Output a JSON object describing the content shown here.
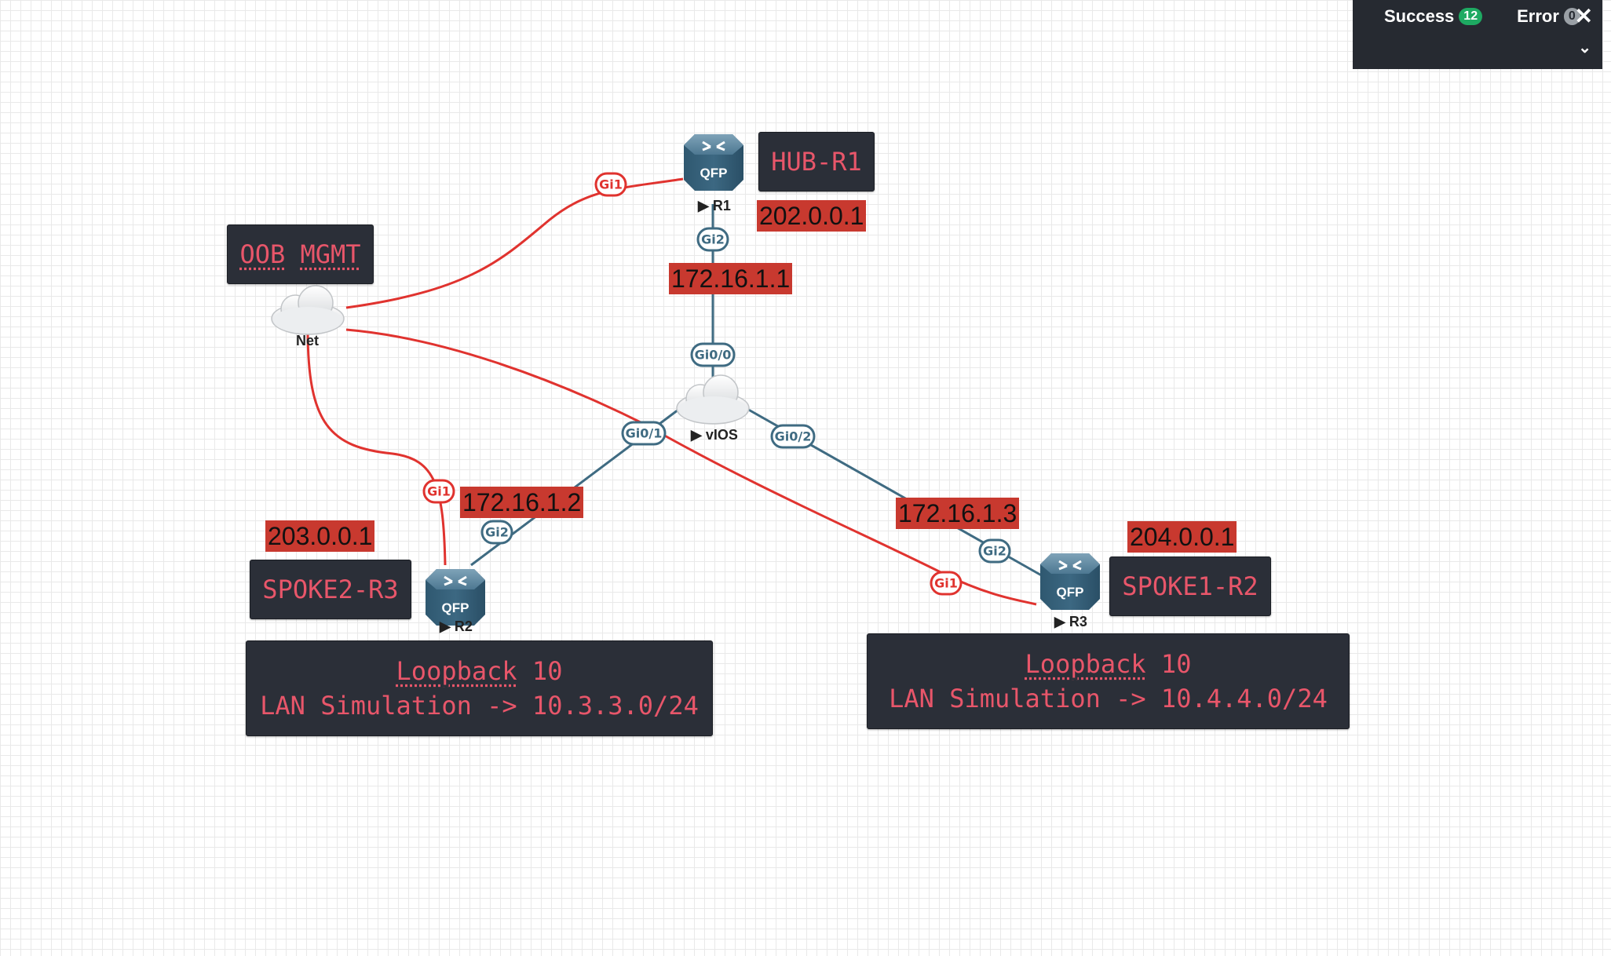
{
  "notifications": {
    "success_label": "Success",
    "success_count": "12",
    "error_label": "Error",
    "error_count": "0",
    "close_glyph": "✕",
    "expand_glyph": "⌄"
  },
  "annotations": {
    "hub_label": "HUB-R1",
    "oob_part1": "OOB",
    "oob_part2": "MGMT",
    "spoke2_label": "SPOKE2-R3",
    "spoke1_label": "SPOKE1-R2",
    "loopback_left_word": "Loopback",
    "loopback_left_num": " 10",
    "loopback_left_line2": "LAN Simulation -> 10.3.3.0/24",
    "loopback_right_word": "Loopback",
    "loopback_right_num": " 10",
    "loopback_right_line2": "LAN Simulation -> 10.4.4.0/24"
  },
  "ip_tags": {
    "hub_public": "202.0.0.1",
    "hub_lan": "172.16.1.1",
    "r2_lan": "172.16.1.2",
    "r3_lan": "172.16.1.3",
    "r2_public": "203.0.0.1",
    "r3_public": "204.0.0.1"
  },
  "nodes": {
    "r1": {
      "label": "▶ R1",
      "chip": "QFP"
    },
    "r2": {
      "label": "▶ R2",
      "chip": "QFP"
    },
    "r3": {
      "label": "▶ R3",
      "chip": "QFP"
    },
    "net": {
      "label": "Net"
    },
    "vios": {
      "label": "▶ vIOS"
    }
  },
  "ports": {
    "r1_gi1": "Gi1",
    "r1_gi2": "Gi2",
    "vios_gi00": "Gi0/0",
    "vios_gi01": "Gi0/1",
    "vios_gi02": "Gi0/2",
    "r2_gi1": "Gi1",
    "r2_gi2": "Gi2",
    "r3_gi1": "Gi1",
    "r3_gi2": "Gi2"
  },
  "colors": {
    "mgmt_link": "#e0332f",
    "data_link": "#3f6b82",
    "annotation_bg": "#2b2f38",
    "annotation_text": "#e8566a",
    "ip_tag_bg": "#c8392f"
  }
}
